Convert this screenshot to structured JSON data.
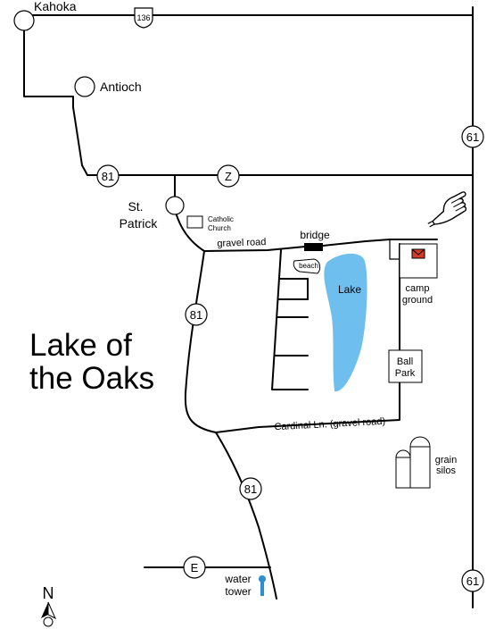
{
  "map": {
    "title_line1": "Lake of",
    "title_line2": "the Oaks",
    "towns": {
      "kahoka": "Kahoka",
      "antioch": "Antioch",
      "st_patrick_line1": "St.",
      "st_patrick_line2": "Patrick"
    },
    "route_shields": {
      "us136": "136",
      "rt61_north": "61",
      "rt61_south": "61",
      "rt81_north": "81",
      "rt81_middle": "81",
      "rt81_south": "81",
      "rt_z": "Z",
      "rt_e": "E"
    },
    "roads": {
      "gravel_road": "gravel road",
      "cardinal_ln": "Cardinal Ln. (gravel road)"
    },
    "landmarks": {
      "church_line1": "Catholic",
      "church_line2": "Church",
      "bridge": "bridge",
      "beach": "beach",
      "lake": "Lake",
      "camp_line1": "camp",
      "camp_line2": "ground",
      "ballpark_line1": "Ball",
      "ballpark_line2": "Park",
      "silos_line1": "grain",
      "silos_line2": "silos",
      "tower_line1": "water",
      "tower_line2": "tower"
    },
    "compass": "N",
    "colors": {
      "lake": "#6fbfee",
      "water_tower": "#2e8fd0",
      "camp_marker": "#d23a2a"
    }
  }
}
